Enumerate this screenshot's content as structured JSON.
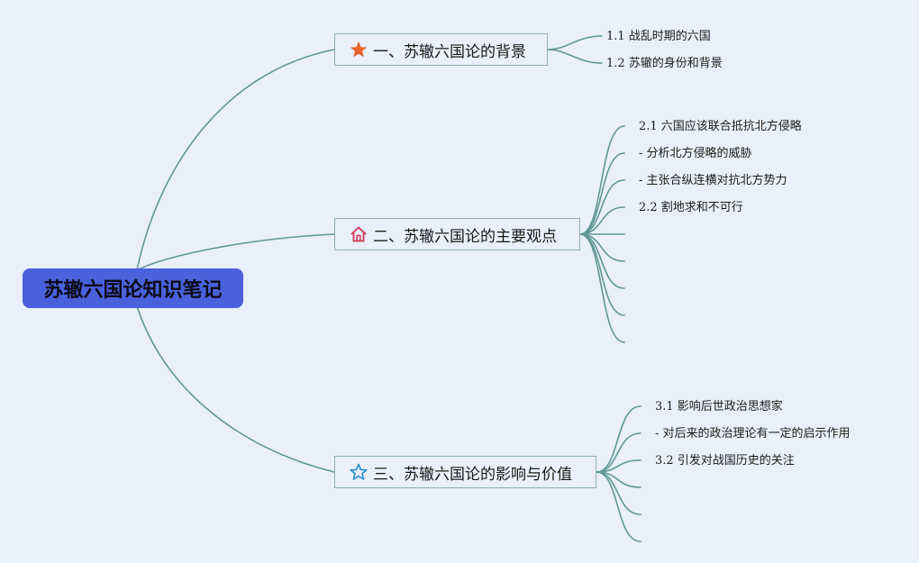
{
  "root": {
    "label": "苏辙六国论知识笔记"
  },
  "branches": [
    {
      "label": "一、苏辙六国论的背景",
      "icon": "star-filled-icon",
      "icon_color": "#e8632b",
      "children": [
        "1.1 战乱时期的六国",
        "1.2 苏辙的身份和背景"
      ]
    },
    {
      "label": "二、苏辙六国论的主要观点",
      "icon": "house-icon",
      "icon_color": "#d2365a",
      "children": [
        "2.1 六国应该联合抵抗北方侵略",
        "- 分析北方侵略的威胁",
        "- 主张合纵连横对抗北方势力",
        "2.2 割地求和不可行",
        "",
        "",
        "",
        "",
        ""
      ]
    },
    {
      "label": "三、苏辙六国论的影响与价值",
      "icon": "star-outline-icon",
      "icon_color": "#2a8fd0",
      "children": [
        "3.1 影响后世政治思想家",
        "- 对后来的政治理论有一定的启示作用",
        "3.2 引发对战国历史的关注",
        "",
        "",
        ""
      ]
    }
  ],
  "colors": {
    "background": "#e9effb",
    "root_fill": "#4a61dc",
    "connector": "#5f9794",
    "topic_border": "#8fb0b5"
  }
}
